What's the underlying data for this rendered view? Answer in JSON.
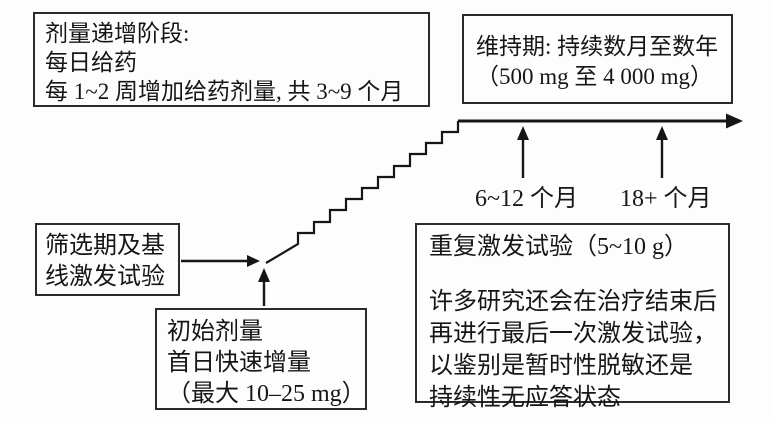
{
  "boxes": {
    "escalation": {
      "lines": [
        "剂量递增阶段:",
        "每日给药",
        "每 1~2 周增加给药剂量, 共 3~9 个月"
      ]
    },
    "maintenance": {
      "lines": [
        "维持期: 持续数月至数年",
        "（500 mg 至 4 000 mg）"
      ]
    },
    "screening": {
      "lines": [
        "筛选期及基",
        "线激发试验"
      ]
    },
    "initial_dose": {
      "lines": [
        "初始剂量",
        "首日快速增量",
        "（最大 10–25 mg）"
      ]
    },
    "rechallenge": {
      "title": "重复激发试验（5~10 g）",
      "body_lines": [
        "许多研究还会在治疗结束后",
        "再进行最后一次激发试验，",
        "以鉴别是暂时性脱敏还是",
        "持续性无应答状态"
      ]
    }
  },
  "timeline": {
    "labels": [
      {
        "text": "6~12 个月"
      },
      {
        "text": "18+ 个月"
      }
    ]
  },
  "colors": {
    "ink": "#161616",
    "box_border": "#2b2b2b",
    "background": "#fdfdfd"
  }
}
